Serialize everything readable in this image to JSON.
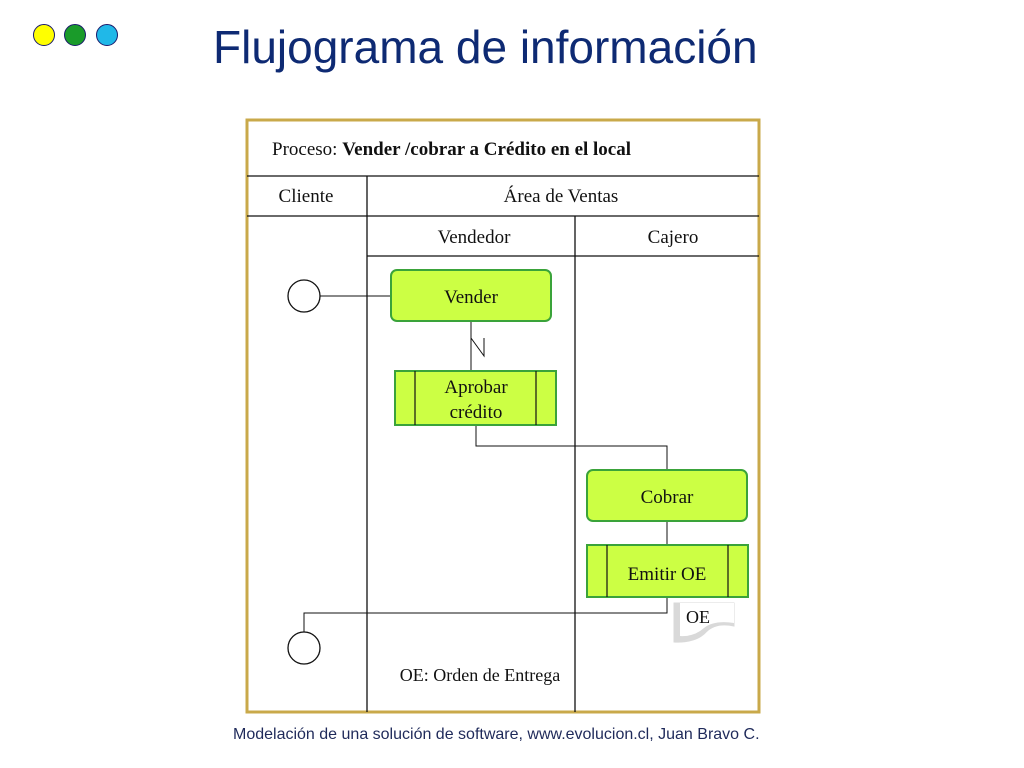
{
  "colors": {
    "accent_yellow": "#ffff00",
    "accent_green": "#1a9b2a",
    "accent_blue": "#20b8e8",
    "box_fill": "#ccff44",
    "box_border": "#3aa33a",
    "frame": "#c9a94a",
    "title": "#0e2a73"
  },
  "slide": {
    "title": "Flujograma de información",
    "footer": "Modelación de una solución de software, www.evolucion.cl, Juan Bravo C."
  },
  "diagram": {
    "process_prefix": "Proceso: ",
    "process_name": "Vender /cobrar a Crédito en el local",
    "lane_cliente": "Cliente",
    "lane_area": "Área de Ventas",
    "sublane_vendedor": "Vendedor",
    "sublane_cajero": "Cajero",
    "box_vender": "Vender",
    "box_aprobar_1": "Aprobar",
    "box_aprobar_2": "crédito",
    "box_cobrar": "Cobrar",
    "box_emitir": "Emitir OE",
    "document_label": "OE",
    "legend_note": "OE: Orden de Entrega"
  }
}
